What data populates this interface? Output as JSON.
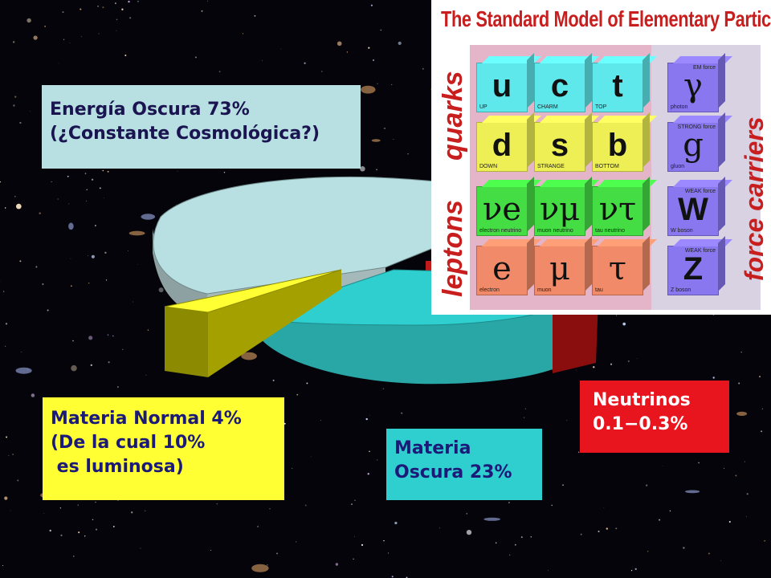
{
  "chart_data": {
    "type": "pie",
    "title": "",
    "labels": [
      [
        "Energía Oscura 73%",
        "(¿Constante Cosmológica?)"
      ],
      [
        "Materia Normal 4%",
        "(De la cual 10%",
        " es luminosa)"
      ],
      [
        "Materia",
        "Oscura 23%"
      ],
      [
        "Neutrinos",
        "0.1−0.3%"
      ]
    ],
    "series": [
      {
        "category": "dark-energy",
        "value": 73,
        "color": "#b8dfe1"
      },
      {
        "category": "normal-matter",
        "value": 4,
        "color": "#ffff33"
      },
      {
        "category": "dark-matter",
        "value": 23,
        "color": "#2fcfcf"
      },
      {
        "category": "neutrinos",
        "value": 0.3,
        "color": "#e8151f"
      }
    ]
  },
  "standard_model": {
    "title": "The Standard Model of Elementary Particles",
    "group_labels": {
      "quarks": "quarks",
      "leptons": "leptons",
      "force_carriers": "force carriers"
    },
    "quarks": [
      {
        "symbol": "u",
        "name": "UP"
      },
      {
        "symbol": "c",
        "name": "CHARM"
      },
      {
        "symbol": "t",
        "name": "TOP"
      },
      {
        "symbol": "d",
        "name": "DOWN"
      },
      {
        "symbol": "s",
        "name": "STRANGE"
      },
      {
        "symbol": "b",
        "name": "BOTTOM"
      }
    ],
    "leptons": [
      {
        "symbol": "νe",
        "name": "electron neutrino"
      },
      {
        "symbol": "νμ",
        "name": "muon neutrino"
      },
      {
        "symbol": "ντ",
        "name": "tau neutrino"
      },
      {
        "symbol": "e",
        "name": "electron"
      },
      {
        "symbol": "μ",
        "name": "muon"
      },
      {
        "symbol": "τ",
        "name": "tau"
      }
    ],
    "bosons": [
      {
        "symbol": "γ",
        "force": "EM force",
        "name": "photon"
      },
      {
        "symbol": "g",
        "force": "STRONG force",
        "name": "gluon"
      },
      {
        "symbol": "W",
        "force": "WEAK force",
        "name": "W boson"
      },
      {
        "symbol": "Z",
        "force": "WEAK force",
        "name": "Z boson"
      }
    ],
    "colors": {
      "quark_top": "#5ee8ec",
      "quark_bottom": "#eeee55",
      "neutrino": "#44dd44",
      "lepton": "#f08a68",
      "boson": "#8877ee"
    }
  }
}
